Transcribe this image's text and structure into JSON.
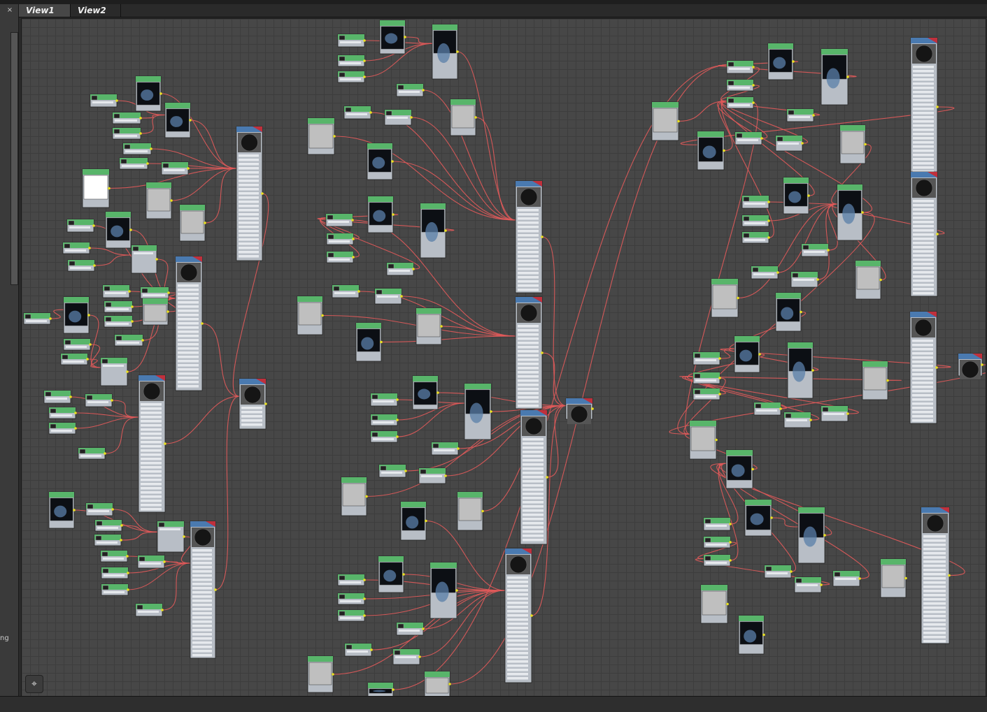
{
  "tabs": [
    {
      "label": "View1",
      "active": true
    },
    {
      "label": "View2",
      "active": false
    }
  ],
  "left_panel": {
    "close_glyph": "×",
    "clipped_text": "ng"
  },
  "navigation_icon": "binoculars-icon",
  "colors": {
    "background": "#474747",
    "grid_line": "#3d3d3d",
    "node_header": "#58b56a",
    "node_body": "#b8bec6",
    "material_header": "#4a7ab0",
    "material_flag": "#c0303c",
    "wire": "#e25a5a",
    "socket": "#e8e020"
  }
}
